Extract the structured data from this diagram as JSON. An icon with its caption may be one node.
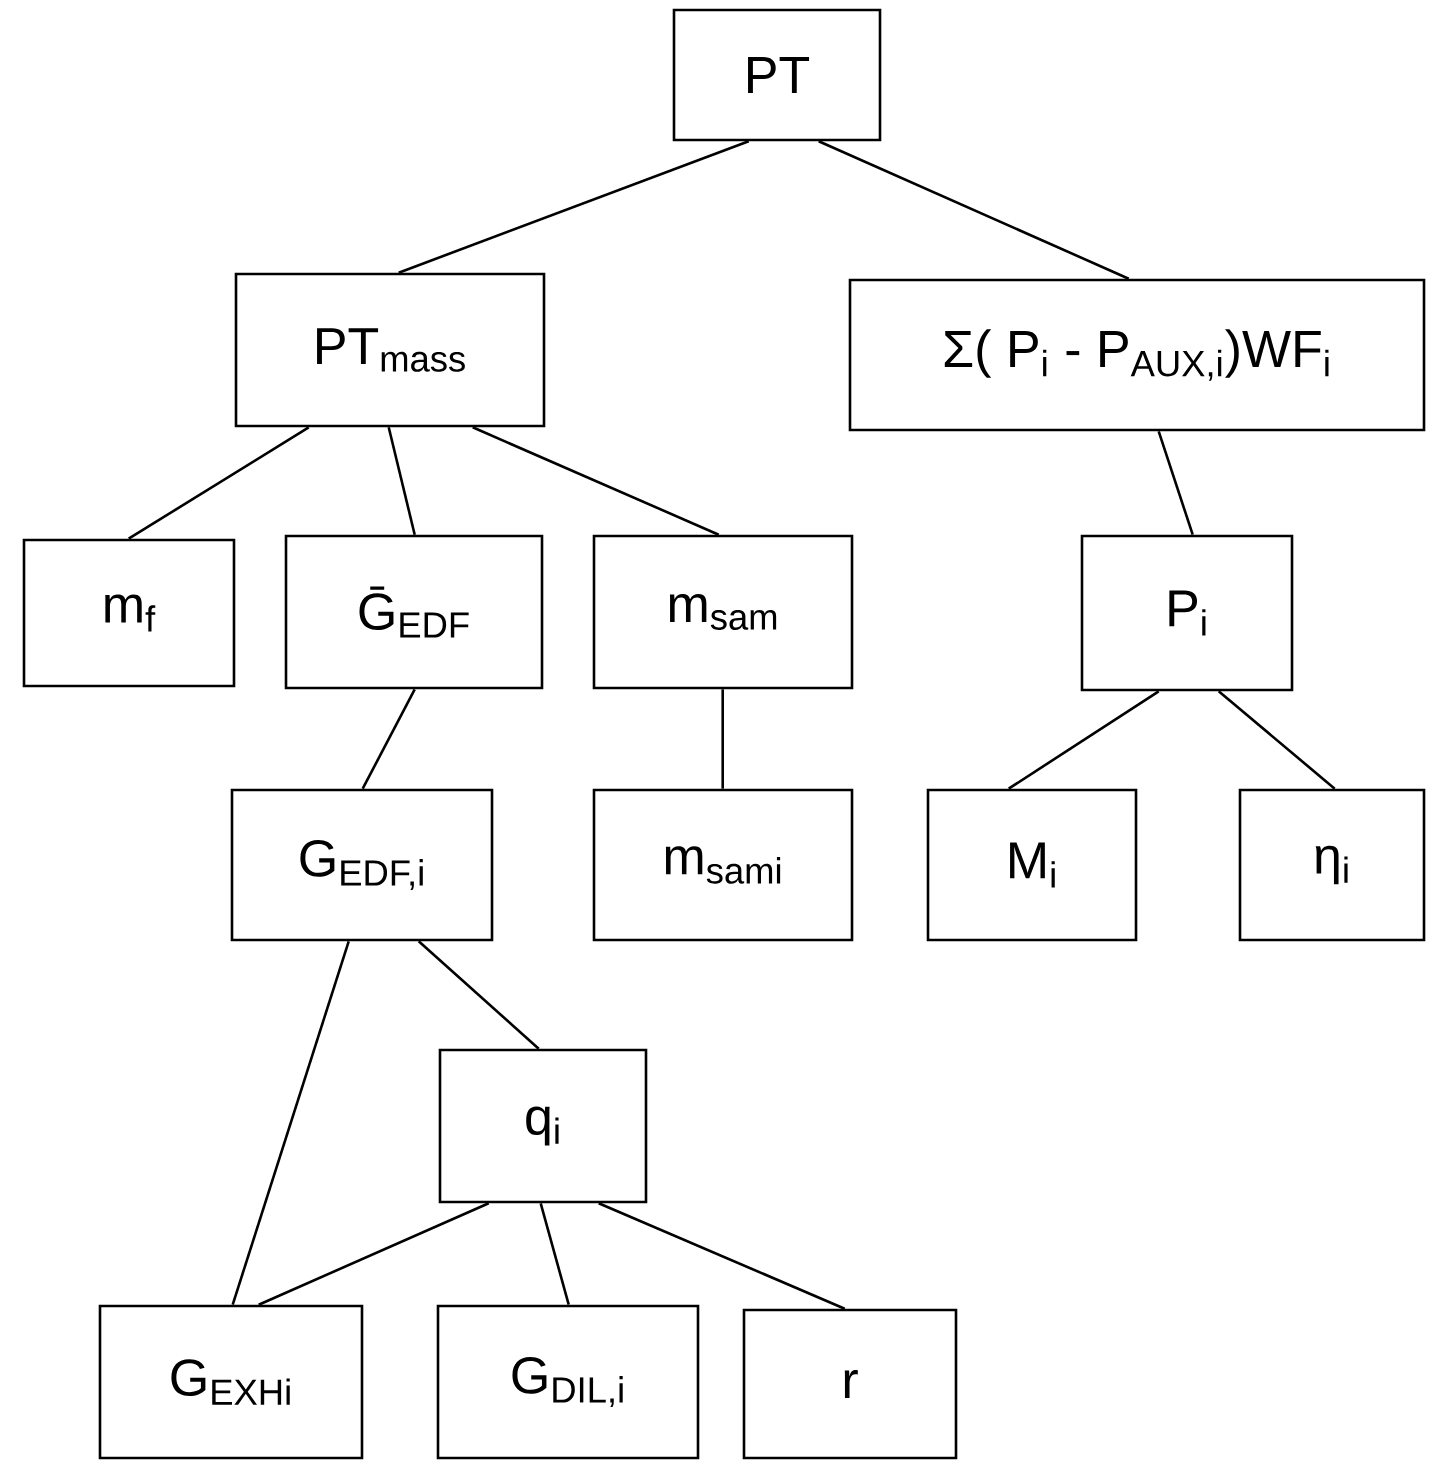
{
  "diagram": {
    "nodes": [
      {
        "text": [
          "PT"
        ]
      },
      {
        "text": [
          "PT$_{mass}$"
        ]
      },
      {
        "text": [
          "Σ( P$_{i}$ - P$_{AUX,i}$)WF$_{i}$"
        ]
      },
      {
        "text": [
          "m$_{f}$"
        ]
      },
      {
        "text": [
          "Ḡ$_{EDF}$"
        ]
      },
      {
        "text": [
          "m$_{sam}$"
        ]
      },
      {
        "text": [
          "P$_{i}$"
        ]
      },
      {
        "text": [
          "G$_{EDF,i}$"
        ]
      },
      {
        "text": [
          "m$_{sami}$"
        ]
      },
      {
        "text": [
          "M$_{i}$"
        ]
      },
      {
        "text": [
          "η$_{i}$"
        ]
      },
      {
        "text": [
          "q$_{i}$"
        ]
      },
      {
        "text": [
          "G$_{EXHi}$"
        ]
      },
      {
        "text": [
          "G$_{DIL,i}$"
        ]
      },
      {
        "text": [
          "r"
        ]
      }
    ],
    "edges": [
      {
        "from": 0,
        "to": 1,
        "arrow": "none"
      },
      {
        "from": 0,
        "to": 2,
        "arrow": "none"
      },
      {
        "from": 1,
        "to": 3,
        "arrow": "none"
      },
      {
        "from": 1,
        "to": 4,
        "arrow": "none"
      },
      {
        "from": 1,
        "to": 5,
        "arrow": "none"
      },
      {
        "from": 2,
        "to": 6,
        "arrow": "none"
      },
      {
        "from": 4,
        "to": 7,
        "arrow": "none"
      },
      {
        "from": 5,
        "to": 8,
        "arrow": "none"
      },
      {
        "from": 6,
        "to": 9,
        "arrow": "none"
      },
      {
        "from": 6,
        "to": 10,
        "arrow": "none"
      },
      {
        "from": 7,
        "to": 12,
        "arrow": "none"
      },
      {
        "from": 7,
        "to": 11,
        "arrow": "none"
      },
      {
        "from": 11,
        "to": 12,
        "arrow": "none"
      },
      {
        "from": 11,
        "to": 13,
        "arrow": "none"
      },
      {
        "from": 11,
        "to": 14,
        "arrow": "none"
      }
    ]
  }
}
